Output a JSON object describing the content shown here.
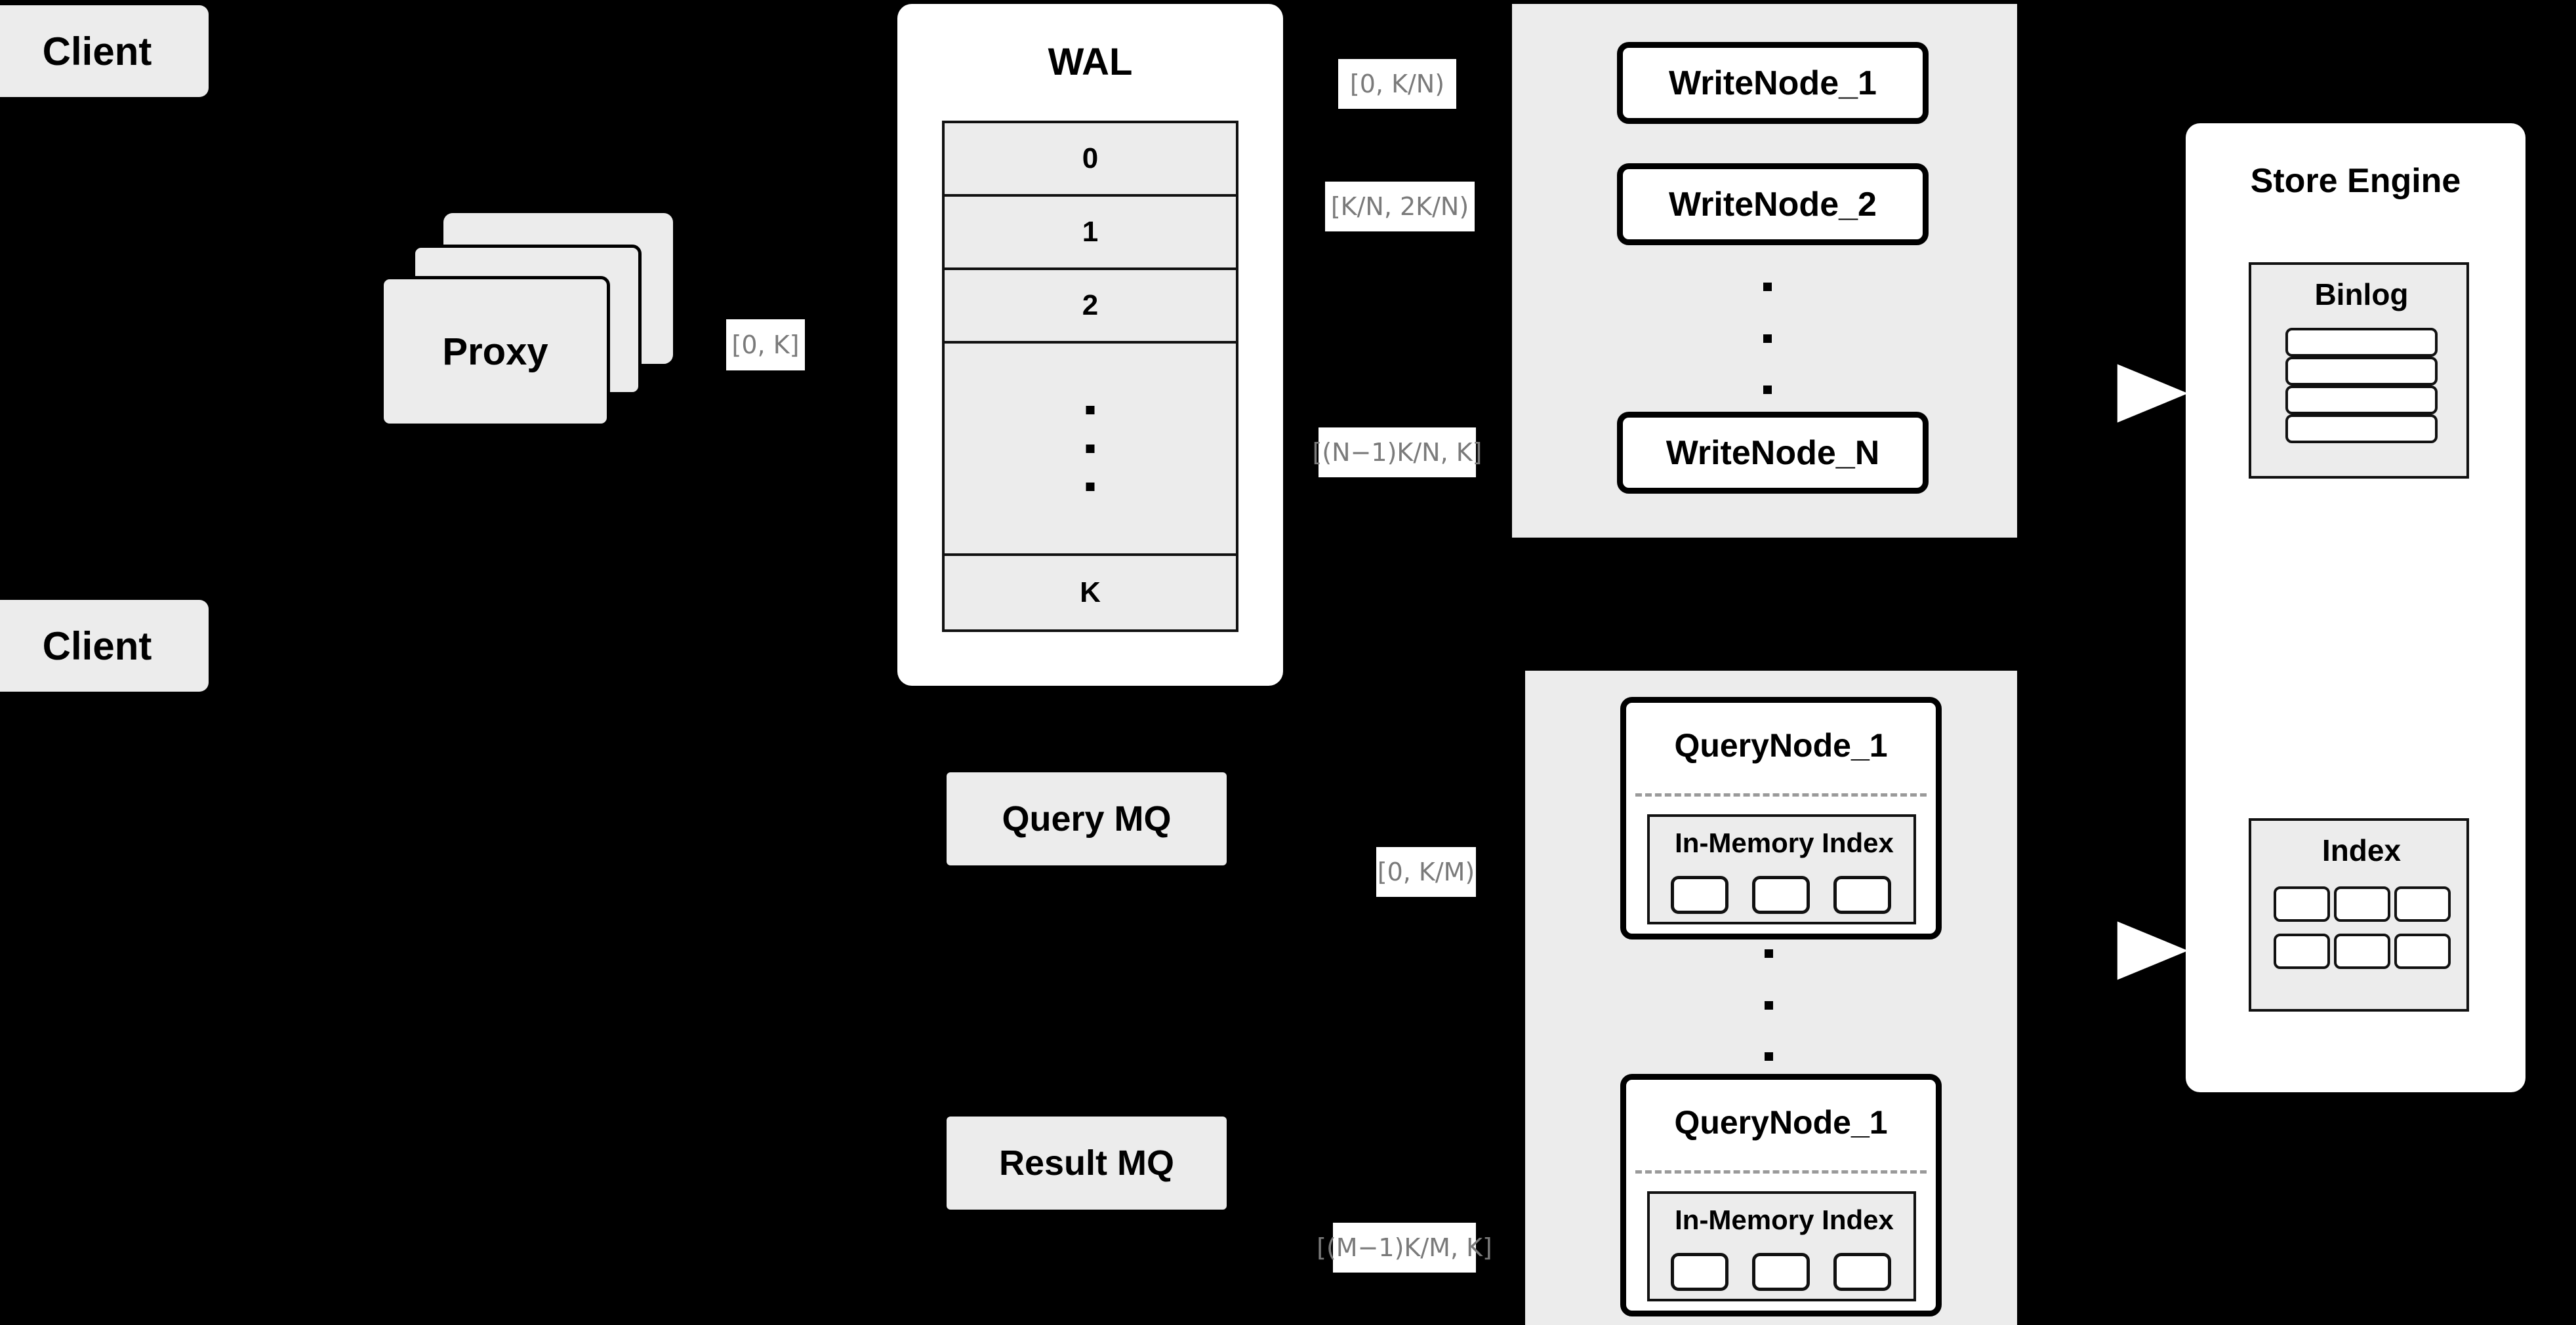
{
  "diagram": {
    "title": "Distributed write/query engine architecture",
    "background_color": "#000000",
    "accent_gray": "#ececec",
    "label_text_color": "#7a7a7a"
  },
  "clients": [
    {
      "label": "Client"
    },
    {
      "label": "Client"
    }
  ],
  "proxy": {
    "label": "Proxy",
    "stack_count": 3
  },
  "wal": {
    "title": "WAL",
    "rows": [
      "0",
      "1",
      "2",
      "",
      "K"
    ],
    "ellipsis_dots": 3
  },
  "queues": [
    {
      "label": "Query MQ"
    },
    {
      "label": "Result MQ"
    }
  ],
  "write_cluster": {
    "nodes": [
      {
        "label": "WriteNode_1"
      },
      {
        "label": "WriteNode_2"
      },
      {
        "label": "WriteNode_N"
      }
    ],
    "ellipsis_dots": 3,
    "range_labels": [
      "[0,  K/N)",
      "[K/N, 2K/N)",
      "[(N−1)K/N,  K]"
    ]
  },
  "query_cluster": {
    "nodes": [
      {
        "label": "QueryNode_1",
        "index_label": "In-Memory Index",
        "segments": 3
      },
      {
        "label": "QueryNode_1",
        "index_label": "In-Memory Index",
        "segments": 3
      }
    ],
    "ellipsis_dots": 3,
    "range_labels": [
      "[0, K/M)",
      "[(M−1)K/M, K]"
    ]
  },
  "store_engine": {
    "title": "Store Engine",
    "binlog": {
      "title": "Binlog",
      "entries": 4
    },
    "index": {
      "title": "Index",
      "entries": 6
    }
  },
  "edge_labels": {
    "proxy_to_wal": "[0, K]"
  }
}
